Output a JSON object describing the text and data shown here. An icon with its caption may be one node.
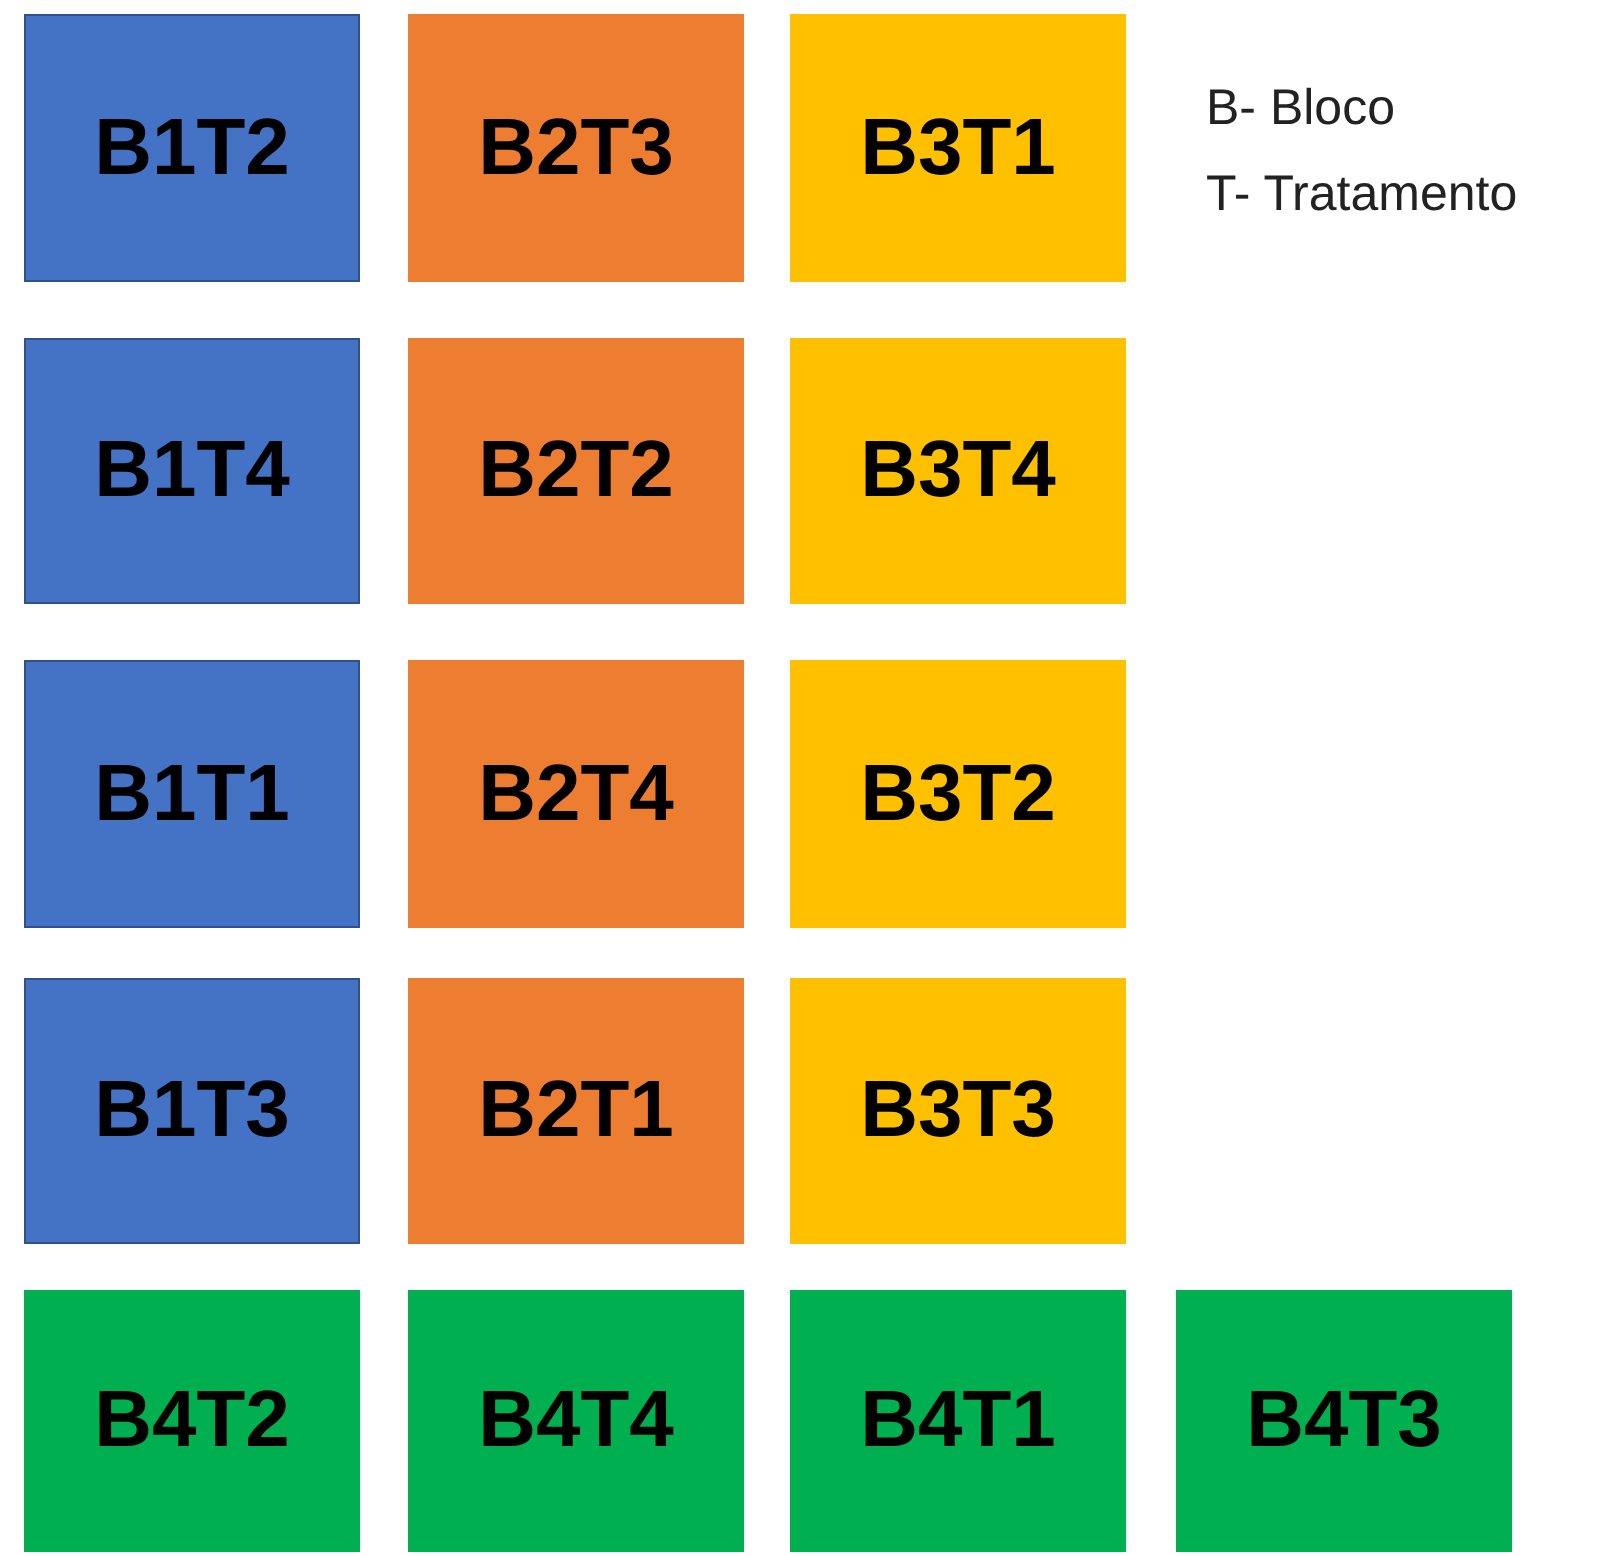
{
  "diagram": {
    "nodes": [
      {
        "text": [
          "B1T2"
        ]
      },
      {
        "text": [
          "B2T3"
        ]
      },
      {
        "text": [
          "B3T1"
        ]
      },
      {
        "text": [
          "B1T4"
        ]
      },
      {
        "text": [
          "B2T2"
        ]
      },
      {
        "text": [
          "B3T4"
        ]
      },
      {
        "text": [
          "B1T1"
        ]
      },
      {
        "text": [
          "B2T4"
        ]
      },
      {
        "text": [
          "B3T2"
        ]
      },
      {
        "text": [
          "B1T3"
        ]
      },
      {
        "text": [
          "B2T1"
        ]
      },
      {
        "text": [
          "B3T3"
        ]
      },
      {
        "text": [
          "B4T2"
        ]
      },
      {
        "text": [
          "B4T4"
        ]
      },
      {
        "text": [
          "B4T1"
        ]
      },
      {
        "text": [
          "B4T3"
        ]
      }
    ],
    "labels": [
      "B- Bloco",
      "T- Tratamento"
    ]
  }
}
